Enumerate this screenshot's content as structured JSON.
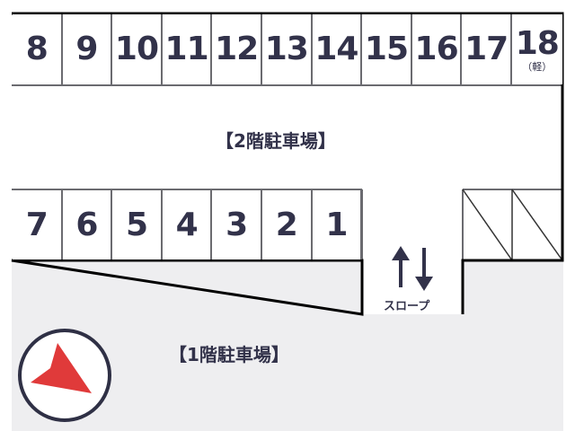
{
  "floor2": {
    "title": "【2階駐車場】",
    "top_row": [
      {
        "number": "8"
      },
      {
        "number": "9"
      },
      {
        "number": "10"
      },
      {
        "number": "11"
      },
      {
        "number": "12"
      },
      {
        "number": "13"
      },
      {
        "number": "14"
      },
      {
        "number": "15"
      },
      {
        "number": "16"
      },
      {
        "number": "17"
      },
      {
        "number": "18",
        "note": "（軽）"
      }
    ],
    "bottom_row": [
      {
        "number": "7"
      },
      {
        "number": "6"
      },
      {
        "number": "5"
      },
      {
        "number": "4"
      },
      {
        "number": "3"
      },
      {
        "number": "2"
      },
      {
        "number": "1"
      }
    ],
    "hatched_stalls": 2
  },
  "slope": {
    "label": "スロープ",
    "icon": "up-down-arrows-icon"
  },
  "floor1": {
    "title": "【1階駐車場】"
  },
  "compass": {
    "icon": "compass-arrow-icon",
    "arrow_color": "#e03a3a",
    "ring_color": "#2f3045"
  },
  "colors": {
    "line": "#000000",
    "divider": "#6b6b70",
    "text": "#32324a",
    "ground": "#eeeef0"
  }
}
